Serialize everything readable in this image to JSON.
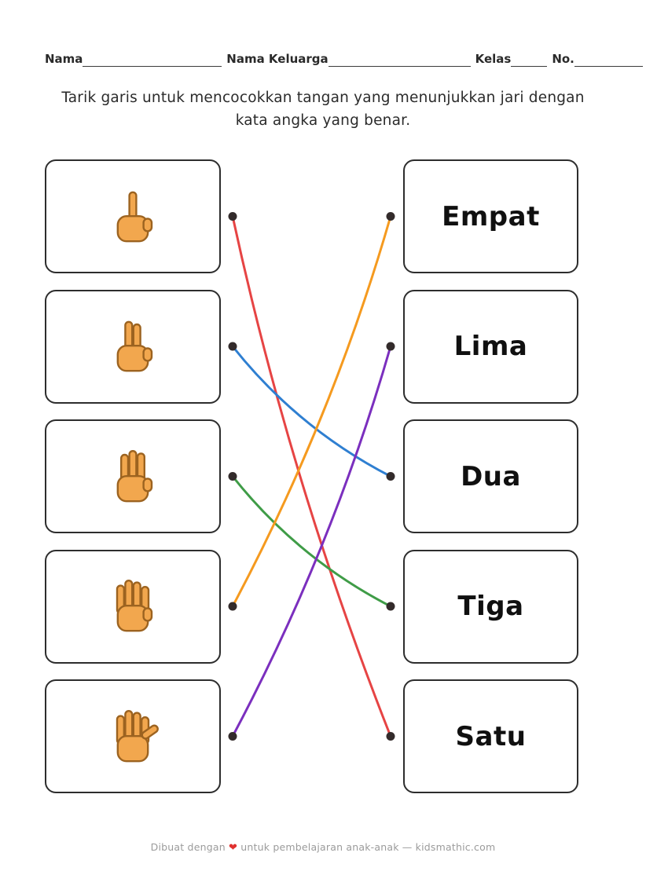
{
  "header": {
    "nama_label": "Nama",
    "nama_keluarga_label": "Nama Keluarga",
    "kelas_label": "Kelas",
    "no_label": "No."
  },
  "instruction": {
    "line1": "Tarik garis untuk mencocokkan tangan yang menunjukkan jari dengan",
    "line2": "kata angka yang benar."
  },
  "left_items": [
    {
      "fingers": 1
    },
    {
      "fingers": 2
    },
    {
      "fingers": 3
    },
    {
      "fingers": 4
    },
    {
      "fingers": 5
    }
  ],
  "right_items": [
    {
      "label": "Empat"
    },
    {
      "label": "Lima"
    },
    {
      "label": "Dua"
    },
    {
      "label": "Tiga"
    },
    {
      "label": "Satu"
    }
  ],
  "connections": [
    {
      "from": 0,
      "to": 4,
      "color": "#e64444"
    },
    {
      "from": 1,
      "to": 2,
      "color": "#2f7fd1"
    },
    {
      "from": 2,
      "to": 3,
      "color": "#3f9c47"
    },
    {
      "from": 3,
      "to": 0,
      "color": "#f59a1f"
    },
    {
      "from": 4,
      "to": 1,
      "color": "#7b2fbe"
    }
  ],
  "theme": {
    "dot_color": "#332b2b",
    "hand_fill": "#f2a74e",
    "hand_stroke": "#9c6320",
    "heart_color": "#e0312f"
  },
  "footer": {
    "pre": "Dibuat dengan",
    "heart": "❤",
    "post": "untuk pembelajaran anak-anak — kidsmathic.com"
  }
}
